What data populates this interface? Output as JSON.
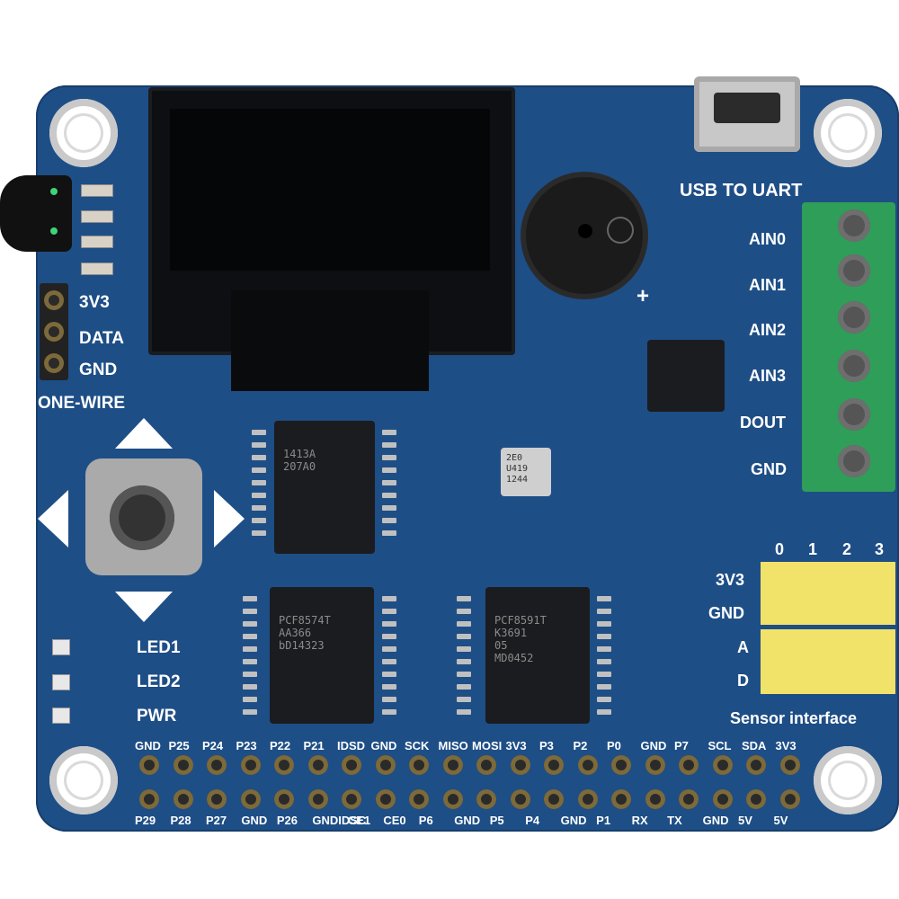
{
  "silkscreen": {
    "one_wire": {
      "label": "ONE-WIRE",
      "pins": [
        "3V3",
        "DATA",
        "GND"
      ]
    },
    "usb_label": "USB TO UART",
    "terminal_labels": [
      "AIN0",
      "AIN1",
      "AIN2",
      "AIN3",
      "DOUT",
      "GND"
    ],
    "sensor": {
      "columns": [
        "0",
        "1",
        "2",
        "3"
      ],
      "rows": [
        "3V3",
        "GND",
        "A",
        "D"
      ],
      "title": "Sensor interface"
    },
    "leds": [
      "LED1",
      "LED2",
      "PWR"
    ],
    "header_top": [
      "GND",
      "P25",
      "P24",
      "P23",
      "P22",
      "P21",
      "IDSD",
      "GND",
      "SCK",
      "MISO",
      "MOSI",
      "3V3",
      "P3",
      "P2",
      "P0",
      "GND",
      "P7",
      "SCL",
      "SDA",
      "3V3"
    ],
    "header_bottom": [
      "P29",
      "P28",
      "P27",
      "GND",
      "P26",
      "GNDIDSC",
      "CE1",
      "CE0",
      "P6",
      "GND",
      "P5",
      "P4",
      "GND",
      "P1",
      "RX",
      "TX",
      "GND",
      "5V",
      "5V"
    ],
    "buzzer_plus": "+"
  },
  "chips": {
    "top": "1413A\n207A0",
    "left": "PCF8574T\nAA366\nbD14323",
    "right": "PCF8591T\nK3691\n05\nMD0452",
    "sensor": "2E0\nU419\n1244"
  },
  "colors": {
    "pcb": "#1e4e86",
    "silk": "#ffffff",
    "terminal": "#2f9e58",
    "header_yellow": "#f1e26a"
  }
}
